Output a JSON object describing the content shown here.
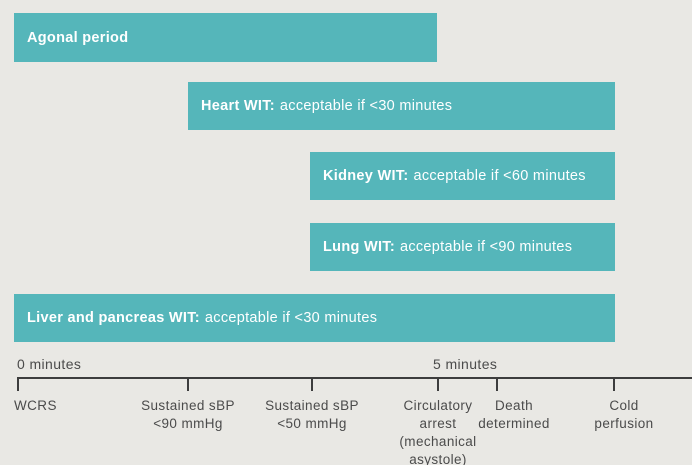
{
  "chart_data": {
    "type": "bar",
    "subtype": "horizontal-gantt-timeline",
    "x_axis": {
      "unit": "minutes",
      "time_labels": [
        "0 minutes",
        "5 minutes"
      ],
      "events": [
        "WCRS",
        "Sustained sBP <90 mmHg",
        "Sustained sBP <50 mmHg",
        "Circulatory arrest (mechanical asystole)",
        "Death determined",
        "Cold perfusion"
      ]
    },
    "bars": [
      {
        "label": "Agonal period",
        "note": "",
        "start_event": "WCRS",
        "end_event": "Circulatory arrest (mechanical asystole)"
      },
      {
        "label": "Heart WIT",
        "note": "acceptable if <30 minutes",
        "start_event": "Sustained sBP <90 mmHg",
        "end_event": "Cold perfusion"
      },
      {
        "label": "Kidney WIT",
        "note": "acceptable if <60 minutes",
        "start_event": "Sustained sBP <50 mmHg",
        "end_event": "Cold perfusion"
      },
      {
        "label": "Lung WIT",
        "note": "acceptable if <90 minutes",
        "start_event": "Sustained sBP <50 mmHg",
        "end_event": "Cold perfusion"
      },
      {
        "label": "Liver and pancreas WIT",
        "note": "acceptable if <30 minutes",
        "start_event": "WCRS",
        "end_event": "Cold perfusion"
      }
    ],
    "legend": "none",
    "grid": false,
    "colors": {
      "bar_fill": "#55b6ba",
      "background": "#e9e8e4",
      "bar_text": "#ffffff",
      "axis_text": "#4b4b4b",
      "axis_line": "#3d3d3d"
    }
  },
  "bars": [
    {
      "bold": "Agonal period",
      "rest": ""
    },
    {
      "bold": "Heart WIT:",
      "rest": "acceptable if <30 minutes"
    },
    {
      "bold": "Kidney WIT:",
      "rest": "acceptable if <60 minutes"
    },
    {
      "bold": "Lung WIT:",
      "rest": "acceptable if <90 minutes"
    },
    {
      "bold": "Liver and pancreas WIT:",
      "rest": "acceptable if <30 minutes"
    }
  ],
  "axis": {
    "zero_label": "0 minutes",
    "five_label": "5 minutes",
    "tick_labels": [
      "WCRS",
      "Sustained sBP\n<90 mmHg",
      "Sustained sBP\n<50 mmHg",
      "Circulatory\narrest\n(mechanical\nasystole)",
      "Death\ndetermined",
      "Cold perfusion"
    ]
  }
}
